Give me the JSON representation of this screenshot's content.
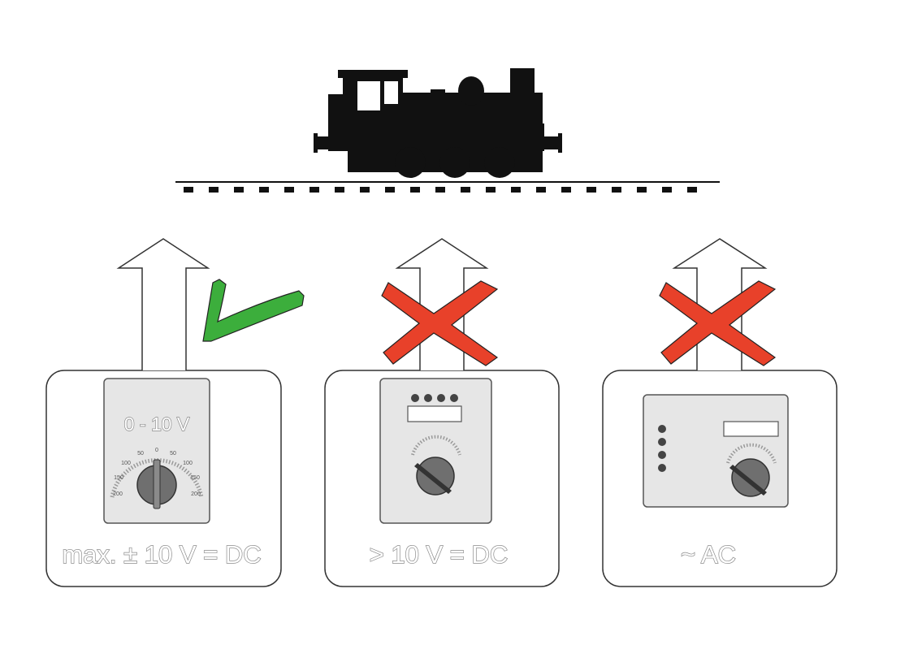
{
  "colors": {
    "silhouette": "#111111",
    "panel_border": "#333333",
    "device_fill": "#e6e6e6",
    "device_border": "#555555",
    "knob": "#6f6f6f",
    "check": "#3cae3c",
    "cross": "#e8412a",
    "label_stroke": "#8a8a8a"
  },
  "locomotive": {
    "icon": "steam-locomotive-silhouette-icon"
  },
  "panels": [
    {
      "status": "allowed",
      "status_icon": "check-mark-icon",
      "device_icon": "analog-controller-icon",
      "device_display": "0 - 10 V",
      "dial_labels": [
        "0",
        "50",
        "50",
        "100",
        "100",
        "150",
        "150",
        "200",
        "200"
      ],
      "label": "max. ± 10 V = DC"
    },
    {
      "status": "forbidden",
      "status_icon": "cross-mark-icon",
      "device_icon": "dc-transformer-icon",
      "label": "> 10 V = DC"
    },
    {
      "status": "forbidden",
      "status_icon": "cross-mark-icon",
      "device_icon": "ac-transformer-icon",
      "label": "~ AC"
    }
  ]
}
